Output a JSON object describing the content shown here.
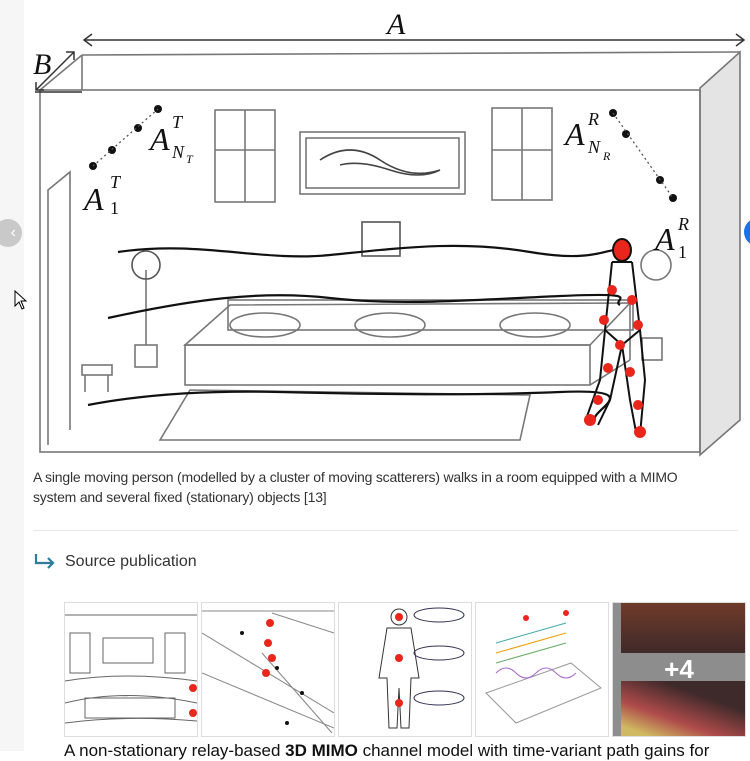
{
  "figure": {
    "labels": {
      "A": "A",
      "B": "B",
      "tx_first": "A",
      "tx_first_sup": "T",
      "tx_first_sub": "1",
      "tx_last": "A",
      "tx_last_sup": "T",
      "tx_last_sub": "N",
      "tx_last_subsub": "T",
      "rx_last": "A",
      "rx_last_sup": "R",
      "rx_last_sub": "N",
      "rx_last_subsub": "R",
      "rx_first": "A",
      "rx_first_sup": "R",
      "rx_first_sub": "1"
    },
    "caption": "A single moving person (modelled by a cluster of moving scatterers) walks in a room equipped with a MIMO system and several fixed (stationary) objects [13]"
  },
  "source": {
    "label": "Source publication",
    "more_count": "+4",
    "publication_title_pre": "A non-stationary relay-based ",
    "publication_title_bold": "3D MIMO",
    "publication_title_post": " channel model with time-variant path gains for"
  },
  "colors": {
    "accent": "#1a73e8",
    "source_arrow": "#2e7d9a",
    "scatterer": "#e8261c"
  }
}
